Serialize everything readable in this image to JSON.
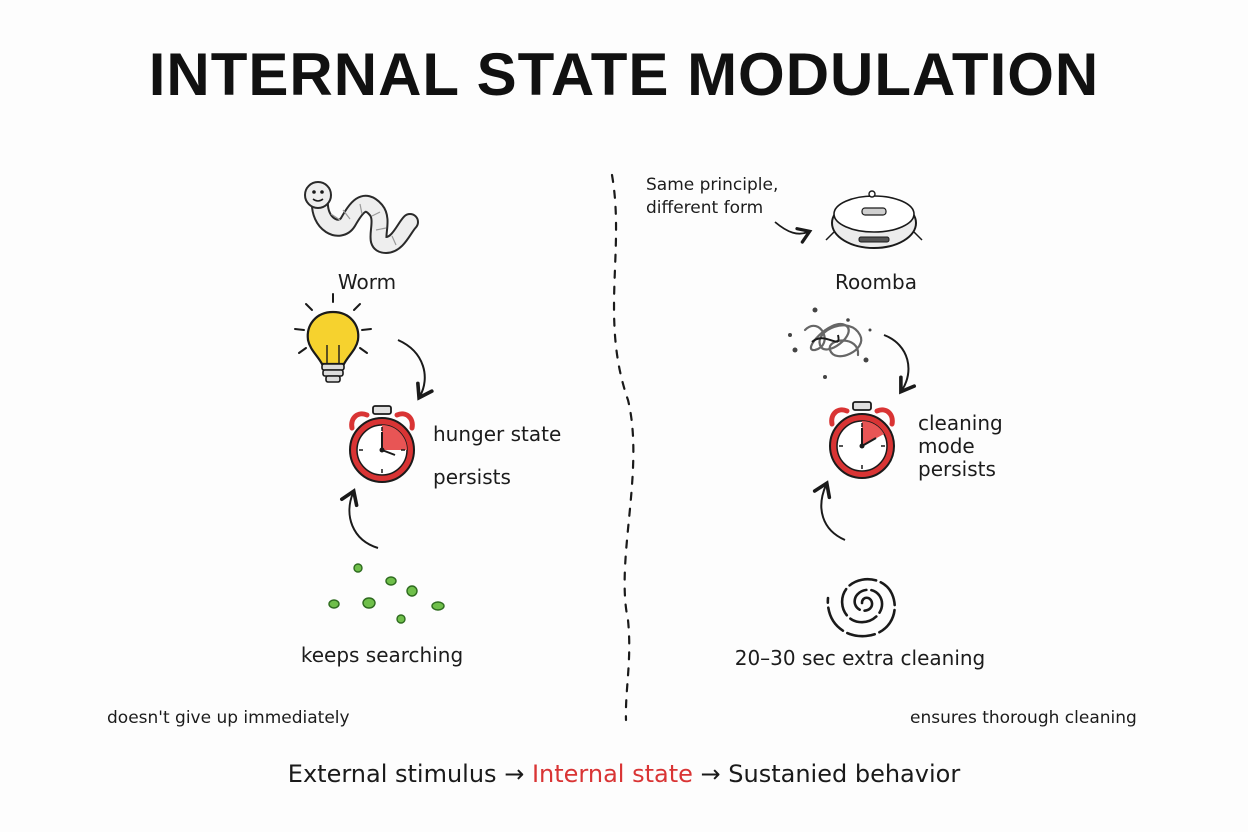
{
  "title": "INTERNAL STATE MODULATION",
  "left": {
    "name": "Worm",
    "state_line1": "hunger state",
    "state_line2": "persists",
    "behavior": "keeps searching",
    "note": "doesn't give up immediately"
  },
  "right": {
    "annotation_line1": "Same principle,",
    "annotation_line2": "different form",
    "name": "Roomba",
    "state_line1": "cleaning",
    "state_line2": "mode",
    "state_line3": "persists",
    "behavior": "20–30 sec extra cleaning",
    "note": "ensures thorough cleaning"
  },
  "summary": {
    "part1": "External stimulus",
    "arrow1": "→",
    "part2": "Internal state",
    "arrow2": "→",
    "part3": "Sustanied behavior"
  },
  "colors": {
    "accent": "#d93434",
    "bulb": "#f6d22e",
    "food": "#6fbf4a",
    "ink": "#1a1a1a"
  },
  "icons": [
    "worm-icon",
    "lightbulb-icon",
    "stopwatch-icon",
    "food-crumbs-icon",
    "roomba-icon",
    "dirt-scribble-icon",
    "spiral-icon"
  ]
}
